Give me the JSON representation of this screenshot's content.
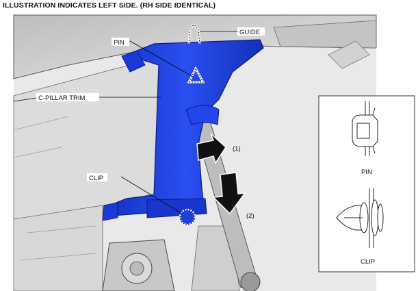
{
  "heading": "ILLUSTRATION INDICATES LEFT SIDE. (RH SIDE IDENTICAL)",
  "labels": {
    "guide": "GUIDE",
    "pin": "PIN",
    "c_pillar_trim": "C-PILLAR TRIM",
    "clip": "CLIP",
    "step1": "(1)",
    "step2": "(2)"
  },
  "inset": {
    "pin": "PIN",
    "clip": "CLIP"
  },
  "colors": {
    "trim_blue": "#1e3fd6",
    "trim_dark": "#0f23a0",
    "body_gray": "#cfcfcf"
  }
}
